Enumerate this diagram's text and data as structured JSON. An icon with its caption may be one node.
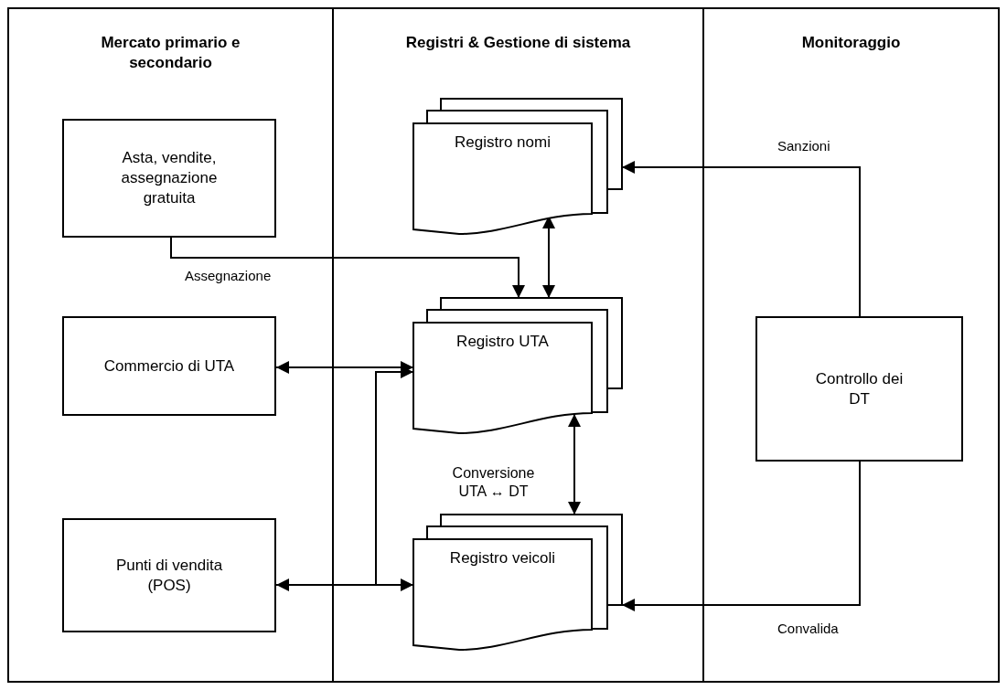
{
  "diagram": {
    "nodes": [
      {
        "text": [
          "Mercato primario e secondario"
        ]
      },
      {
        "text": [
          "Registri & Gestione di sistema"
        ]
      },
      {
        "text": [
          "Monitoraggio"
        ]
      },
      {
        "text": [
          "Asta, vendite, assegnazione gratuita"
        ],
        "in": 0
      },
      {
        "text": [
          "Commercio di UTA"
        ],
        "in": 0
      },
      {
        "text": [
          "Punti di vendita (POS)"
        ],
        "in": 0
      },
      {
        "text": [
          "Registro nomi"
        ],
        "in": 1
      },
      {
        "text": [
          "Registro UTA"
        ],
        "in": 1
      },
      {
        "text": [
          "Registro veicoli"
        ],
        "in": 1
      },
      {
        "text": [
          "Controllo dei DT"
        ],
        "in": 2
      }
    ],
    "edges": [
      {
        "from": 3,
        "to": 7,
        "arrow": "to",
        "label": "Assegnazione"
      },
      {
        "from": 6,
        "to": 7,
        "arrow": "both"
      },
      {
        "from": 4,
        "to": 7,
        "arrow": "both"
      },
      {
        "from": 5,
        "to": 8,
        "arrow": "both"
      },
      {
        "from": 5,
        "to": 7,
        "arrow": "to"
      },
      {
        "from": 7,
        "to": 8,
        "arrow": "both",
        "label": "Conversione UTA ↔ DT"
      },
      {
        "from": 9,
        "to": 6,
        "arrow": "to",
        "label": "Sanzioni"
      },
      {
        "from": 9,
        "to": 8,
        "arrow": "to",
        "label": "Convalida"
      }
    ]
  }
}
